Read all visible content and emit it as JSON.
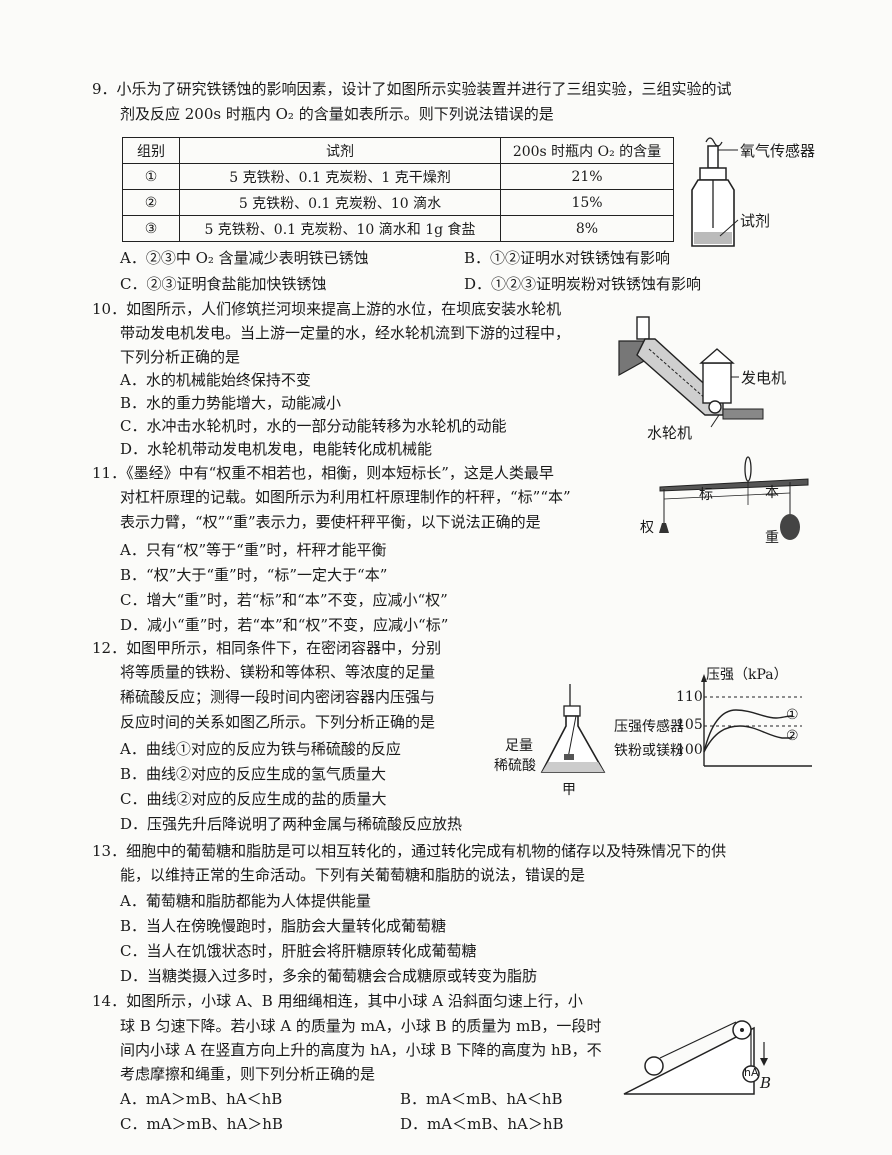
{
  "q9": {
    "stem1": "9．小乐为了研究铁锈蚀的影响因素，设计了如图所示实验装置并进行了三组实验，三组实验的试",
    "stem2": "剂及反应 200s 时瓶内 O₂ 的含量如表所示。则下列说法错误的是",
    "table": {
      "headers": [
        "组别",
        "试剂",
        "200s 时瓶内 O₂ 的含量"
      ],
      "rows": [
        [
          "①",
          "5 克铁粉、0.1 克炭粉、1 克干燥剂",
          "21%"
        ],
        [
          "②",
          "5 克铁粉、0.1 克炭粉、10 滴水",
          "15%"
        ],
        [
          "③",
          "5 克铁粉、0.1 克炭粉、10 滴水和 1g 食盐",
          "8%"
        ]
      ]
    },
    "fig_labels": {
      "sensor": "氧气传感器",
      "reagent": "试剂"
    },
    "options": {
      "A": "A．②③中 O₂ 含量减少表明铁已锈蚀",
      "B": "B．①②证明水对铁锈蚀有影响",
      "C": "C．②③证明食盐能加快铁锈蚀",
      "D": "D．①②③证明炭粉对铁锈蚀有影响"
    }
  },
  "q10": {
    "stem1": "10．如图所示，人们修筑拦河坝来提高上游的水位，在坝底安装水轮机",
    "stem2": "带动发电机发电。当上游一定量的水，经水轮机流到下游的过程中，",
    "stem3": "下列分析正确的是",
    "options": {
      "A": "A．水的机械能始终保持不变",
      "B": "B．水的重力势能增大，动能减小",
      "C": "C．水冲击水轮机时，水的一部分动能转移为水轮机的动能",
      "D": "D．水轮机带动发电机发电，电能转化成机械能"
    },
    "fig_labels": {
      "generator": "发电机",
      "turbine": "水轮机"
    }
  },
  "q11": {
    "stem1": "11．《墨经》中有“权重不相若也，相衡，则本短标长”，这是人类最早",
    "stem2": "对杠杆原理的记载。如图所示为利用杠杆原理制作的杆秤，“标”“本”",
    "stem3": "表示力臂，“权”“重”表示力，要使杆秤平衡，以下说法正确的是",
    "options": {
      "A": "A．只有“权”等于“重”时，杆秤才能平衡",
      "B": "B．“权”大于“重”时，“标”一定大于“本”",
      "C": "C．增大“重”时，若“标”和“本”不变，应减小“权”",
      "D": "D．减小“重”时，若“本”和“权”不变，应减小“标”"
    },
    "fig_labels": {
      "biao": "标",
      "ben": "本",
      "quan": "权",
      "zhong": "重"
    }
  },
  "q12": {
    "stem1": "12．如图甲所示，相同条件下，在密闭容器中，分别",
    "stem2": "将等质量的铁粉、镁粉和等体积、等浓度的足量",
    "stem3": "稀硫酸反应；测得一段时间内密闭容器内压强与",
    "stem4": "反应时间的关系如图乙所示。下列分析正确的是",
    "options": {
      "A": "A．曲线①对应的反应为铁与稀硫酸的反应",
      "B": "B．曲线②对应的反应生成的氢气质量大",
      "C": "C．曲线②对应的反应生成的盐的质量大",
      "D": "D．压强先升后降说明了两种金属与稀硫酸反应放热"
    },
    "fig_labels": {
      "acid1": "足量",
      "acid2": "稀硫酸",
      "sensor": "压强传感器",
      "metal": "铁粉或镁粉",
      "jia": "甲",
      "ylabel": "压强（kPa）",
      "t110": "110",
      "t105": "105",
      "t100": "100",
      "c1": "①",
      "c2": "②"
    }
  },
  "q13": {
    "stem1": "13．细胞中的葡萄糖和脂肪是可以相互转化的，通过转化完成有机物的储存以及特殊情况下的供",
    "stem2": "能，以维持正常的生命活动。下列有关葡萄糖和脂肪的说法，错误的是",
    "options": {
      "A": "A．葡萄糖和脂肪都能为人体提供能量",
      "B": "B．当人在傍晚慢跑时，脂肪会大量转化成葡萄糖",
      "C": "C．当人在饥饿状态时，肝脏会将肝糖原转化成葡萄糖",
      "D": "D．当糖类摄入过多时，多余的葡萄糖会合成糖原或转变为脂肪"
    }
  },
  "q14": {
    "stem1": "14．如图所示，小球 A、B 用细绳相连，其中小球 A 沿斜面匀速上行，小",
    "stem2": "球 B 匀速下降。若小球 A 的质量为 mA，小球 B 的质量为 mB，一段时",
    "stem3": "间内小球 A 在竖直方向上升的高度为 hA，小球 B 下降的高度为 hB，不",
    "stem4": "考虑摩擦和绳重，则下列分析正确的是",
    "options": {
      "A": "A．mA＞mB、hA＜hB",
      "B": "B．mA＜mB、hA＜hB",
      "C": "C．mA＞mB、hA＞hB",
      "D": "D．mA＜mB、hA＞hB"
    },
    "fig_labels": {
      "hA": "hA",
      "B": "B"
    }
  }
}
